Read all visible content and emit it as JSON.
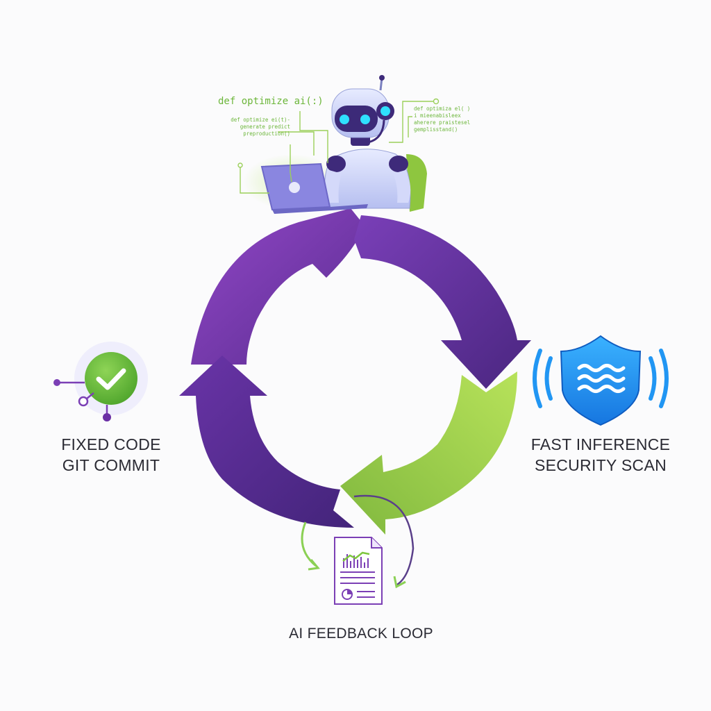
{
  "diagram": {
    "left_label": {
      "line1": "FIXED CODE",
      "line2": "GIT COMMIT"
    },
    "right_label": {
      "line1": "FAST INFERENCE",
      "line2": "SECURITY SCAN"
    },
    "bottom_label": "AI FEEDBACK LOOP",
    "code_main": "def optimize ai(:)",
    "code_left_small": [
      "def optimize ei(t)-",
      "generate predict",
      "preproduction()"
    ],
    "code_right_small": [
      "def optimiza el( )",
      "i mieenabisleex",
      "aherere praistesel",
      "gemplisstand()"
    ]
  },
  "colors": {
    "purple_light": "#8d43c4",
    "purple_dark": "#4e2a86",
    "green_light": "#b3df55",
    "green_dark": "#7fb73c",
    "shield_blue": "#2196f3",
    "check_green": "#6cbf3a"
  },
  "icons": {
    "robot": "robot-icon",
    "laptop": "laptop-icon",
    "check": "checkmark-icon",
    "shield": "shield-icon",
    "document": "document-chart-icon"
  }
}
